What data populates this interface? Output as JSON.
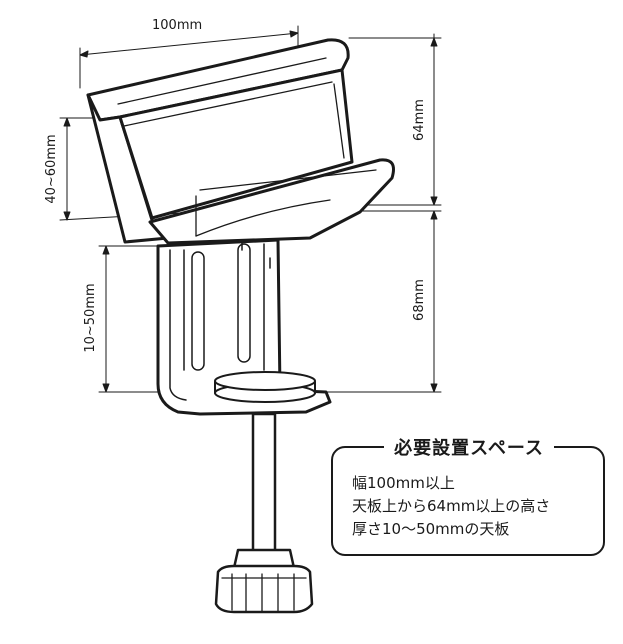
{
  "dimensions": {
    "width": "100mm",
    "height_upper": "64mm",
    "height_lower": "68mm",
    "clamp_top": "40~60mm",
    "clamp_bottom": "10~50mm"
  },
  "requirements": {
    "title": "必要設置スペース",
    "items": [
      "幅100mm以上",
      "天板上から64mm以上の高さ",
      "厚さ10～50mmの天板"
    ]
  }
}
